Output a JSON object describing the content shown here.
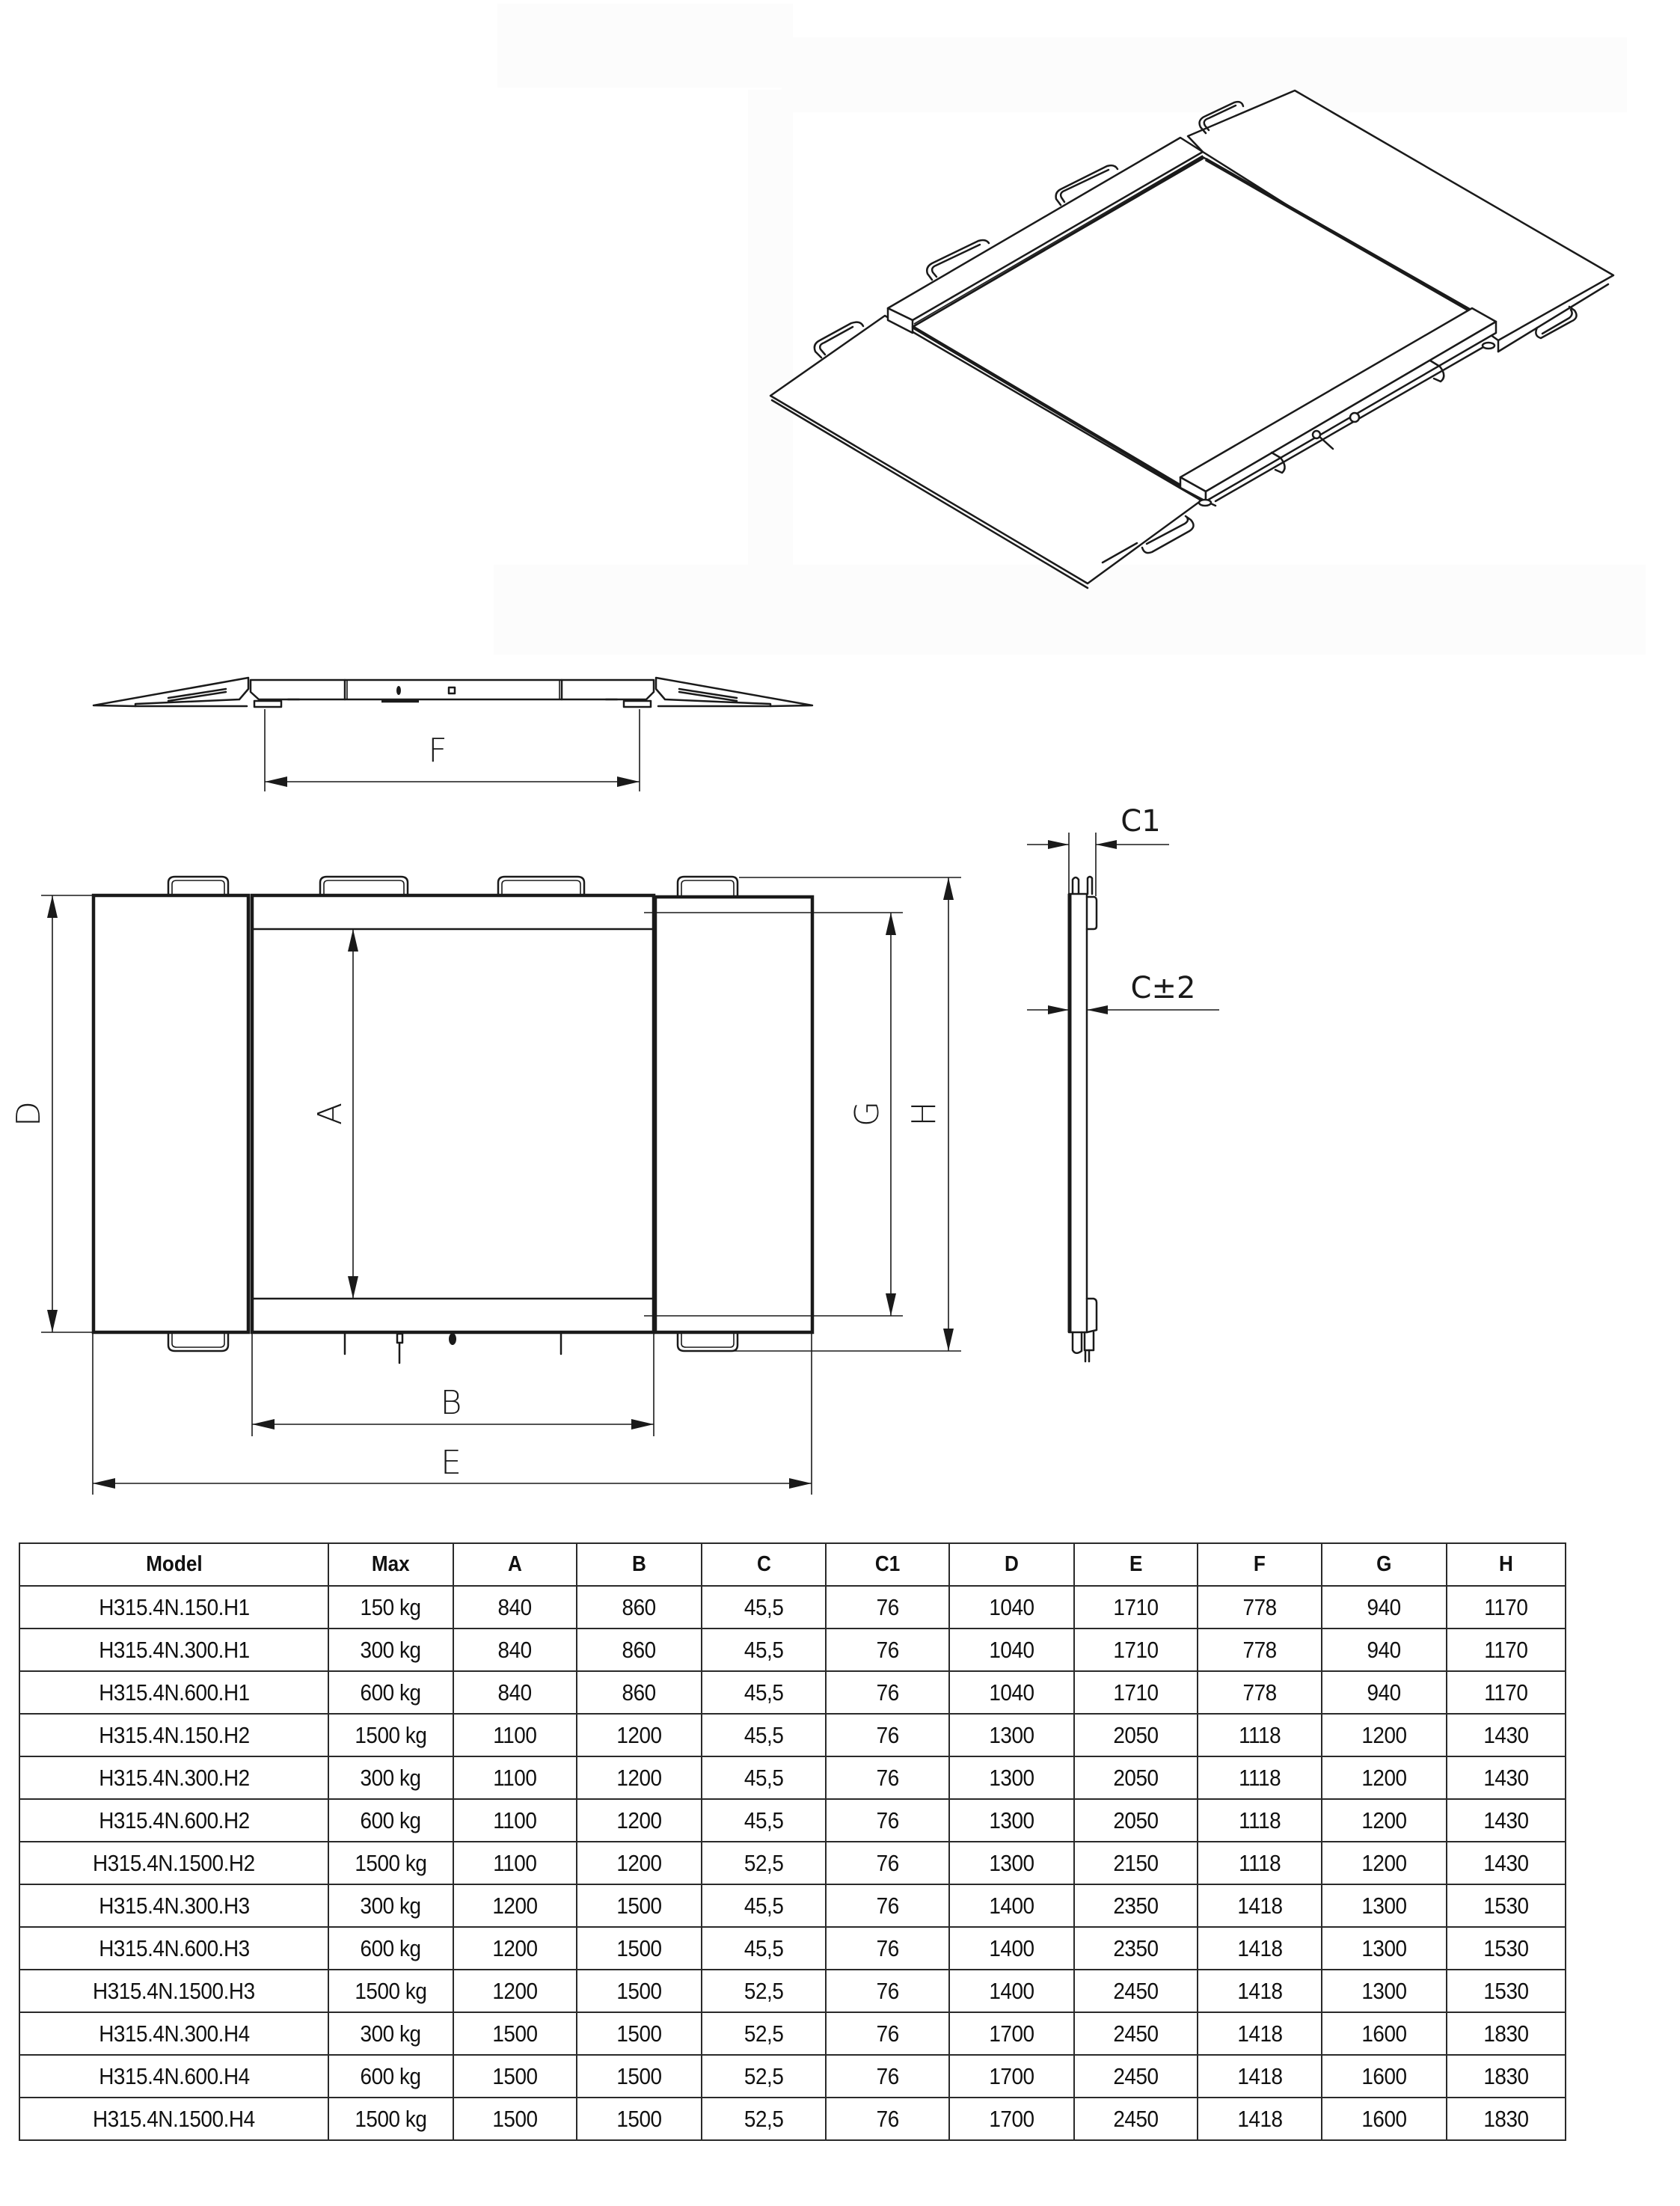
{
  "drawing": {
    "views": [
      "perspective-view",
      "side-view",
      "top-view",
      "profile-view"
    ],
    "dimension_labels": {
      "A": "A",
      "B": "B",
      "C1": "C1",
      "C_tol": "C±2",
      "D": "D",
      "E": "E",
      "F": "F",
      "G": "G",
      "H": "H"
    }
  },
  "table": {
    "headers": [
      "Model",
      "Max",
      "A",
      "B",
      "C",
      "C1",
      "D",
      "E",
      "F",
      "G",
      "H"
    ],
    "rows": [
      [
        "H315.4N.150.H1",
        "150 kg",
        "840",
        "860",
        "45,5",
        "76",
        "1040",
        "1710",
        "778",
        "940",
        "1170"
      ],
      [
        "H315.4N.300.H1",
        "300 kg",
        "840",
        "860",
        "45,5",
        "76",
        "1040",
        "1710",
        "778",
        "940",
        "1170"
      ],
      [
        "H315.4N.600.H1",
        "600 kg",
        "840",
        "860",
        "45,5",
        "76",
        "1040",
        "1710",
        "778",
        "940",
        "1170"
      ],
      [
        "H315.4N.150.H2",
        "1500 kg",
        "1100",
        "1200",
        "45,5",
        "76",
        "1300",
        "2050",
        "1118",
        "1200",
        "1430"
      ],
      [
        "H315.4N.300.H2",
        "300 kg",
        "1100",
        "1200",
        "45,5",
        "76",
        "1300",
        "2050",
        "1118",
        "1200",
        "1430"
      ],
      [
        "H315.4N.600.H2",
        "600 kg",
        "1100",
        "1200",
        "45,5",
        "76",
        "1300",
        "2050",
        "1118",
        "1200",
        "1430"
      ],
      [
        "H315.4N.1500.H2",
        "1500 kg",
        "1100",
        "1200",
        "52,5",
        "76",
        "1300",
        "2150",
        "1118",
        "1200",
        "1430"
      ],
      [
        "H315.4N.300.H3",
        "300 kg",
        "1200",
        "1500",
        "45,5",
        "76",
        "1400",
        "2350",
        "1418",
        "1300",
        "1530"
      ],
      [
        "H315.4N.600.H3",
        "600 kg",
        "1200",
        "1500",
        "45,5",
        "76",
        "1400",
        "2350",
        "1418",
        "1300",
        "1530"
      ],
      [
        "H315.4N.1500.H3",
        "1500 kg",
        "1200",
        "1500",
        "52,5",
        "76",
        "1400",
        "2450",
        "1418",
        "1300",
        "1530"
      ],
      [
        "H315.4N.300.H4",
        "300 kg",
        "1500",
        "1500",
        "52,5",
        "76",
        "1700",
        "2450",
        "1418",
        "1600",
        "1830"
      ],
      [
        "H315.4N.600.H4",
        "600 kg",
        "1500",
        "1500",
        "52,5",
        "76",
        "1700",
        "2450",
        "1418",
        "1600",
        "1830"
      ],
      [
        "H315.4N.1500.H4",
        "1500 kg",
        "1500",
        "1500",
        "52,5",
        "76",
        "1700",
        "2450",
        "1418",
        "1600",
        "1830"
      ]
    ]
  }
}
